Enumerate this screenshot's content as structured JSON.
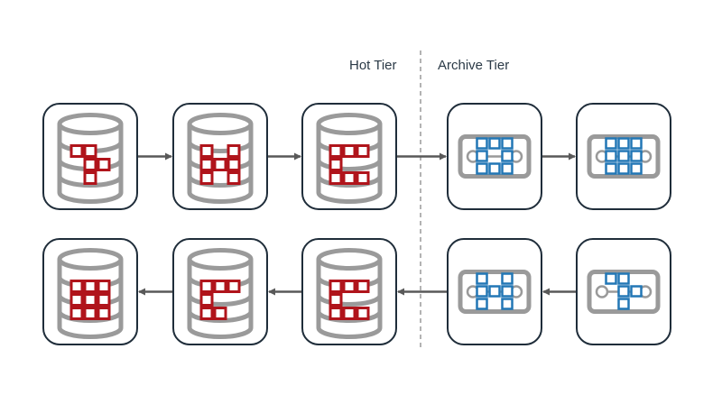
{
  "labels": {
    "hot_tier": "Hot Tier",
    "archive_tier": "Archive Tier"
  },
  "colors": {
    "node_border": "#1f2d3a",
    "db_gray": "#9a9a9a",
    "hot_square": "#b0141b",
    "archive_square": "#2277b5",
    "arrow": "#595959",
    "divider": "#9a9a9a"
  },
  "nodes": [
    {
      "id": "top-1",
      "tier": "hot",
      "icon": "database-icon"
    },
    {
      "id": "top-2",
      "tier": "hot",
      "icon": "database-icon"
    },
    {
      "id": "top-3",
      "tier": "hot",
      "icon": "database-icon"
    },
    {
      "id": "top-4",
      "tier": "archive",
      "icon": "archive-storage-icon"
    },
    {
      "id": "top-5",
      "tier": "archive",
      "icon": "archive-storage-icon"
    },
    {
      "id": "bottom-1",
      "tier": "hot",
      "icon": "database-icon"
    },
    {
      "id": "bottom-2",
      "tier": "hot",
      "icon": "database-icon"
    },
    {
      "id": "bottom-3",
      "tier": "hot",
      "icon": "database-icon"
    },
    {
      "id": "bottom-4",
      "tier": "archive",
      "icon": "archive-storage-icon"
    },
    {
      "id": "bottom-5",
      "tier": "archive",
      "icon": "archive-storage-icon"
    }
  ],
  "edges": [
    {
      "from": "top-1",
      "to": "top-2"
    },
    {
      "from": "top-2",
      "to": "top-3"
    },
    {
      "from": "top-3",
      "to": "top-4"
    },
    {
      "from": "top-4",
      "to": "top-5"
    },
    {
      "from": "bottom-5",
      "to": "bottom-4"
    },
    {
      "from": "bottom-4",
      "to": "bottom-3"
    },
    {
      "from": "bottom-3",
      "to": "bottom-2"
    },
    {
      "from": "bottom-2",
      "to": "bottom-1"
    }
  ]
}
